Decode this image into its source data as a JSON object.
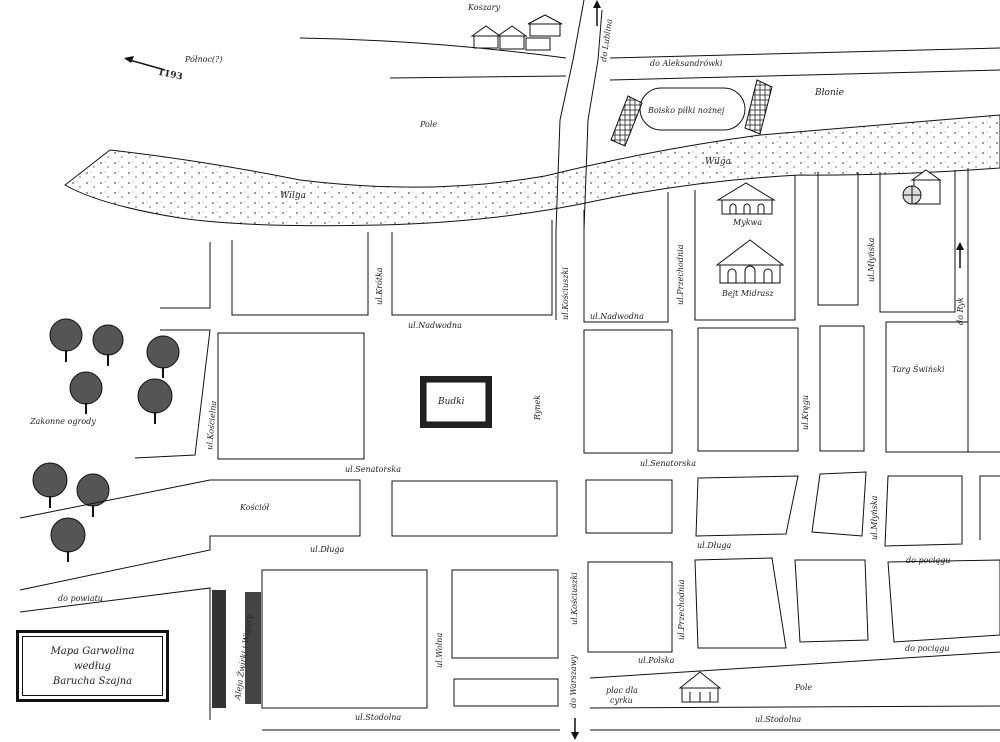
{
  "map": {
    "legend": [
      "Mapa Garwolina",
      "według",
      "Barucha Szajna"
    ],
    "north_label": "Północ(?)",
    "north_number": "1193",
    "places": {
      "koszary": "Koszary",
      "do_lublina": "do Lublina",
      "do_aleksandrowki": "do Aleksandrówki",
      "blonie": "Błonie",
      "boisko": "Boisko piłki nożnej",
      "pole_north": "Pole",
      "wilga_west": "Wilga",
      "wilga_east": "Wilga",
      "mykwa": "Mykwa",
      "bejt_midrasz": "Bejt Midrasz",
      "krotka": "ul.Krótka",
      "kosciuszki_north": "ul.Kościuszki",
      "przechodnia_north": "ul.Przechodnia",
      "mylnska_north": "ul.Młyńska",
      "nadwodna_west": "ul.Nadwodna",
      "nadwodna_east": "ul.Nadwodna",
      "do_ryk": "do Ryk",
      "zakonne_ogrody": "Zakonne ogrody",
      "koscielna": "ul.Kościelna",
      "budki": "Budki",
      "rynek": "Rynek",
      "targ_swinski": "Targ Świński",
      "kregu": "ul.Kręgu",
      "senatorska_west": "ul.Senatorska",
      "senatorska_east": "ul.Senatorska",
      "kosciol": "Kościół",
      "dluga_west": "ul.Długa",
      "dluga_east": "ul.Długa",
      "mlynska_south": "ul.Młyńska",
      "do_pociagu_1": "do pociągu",
      "do_pociagu_2": "do pociągu",
      "do_powiatu": "do powiatu",
      "aleja_zwirki": "Aleja Żwirki i Wigury",
      "wolna": "ul.Wolna",
      "kosciuszki_south": "ul.Kościuszki",
      "przechodnia_south": "ul.Przechodnia",
      "polska": "ul.Polska",
      "do_warszawy": "do Warszawy",
      "plac_cyrk": [
        "plac dla",
        "cyrku"
      ],
      "pole_south": "Pole",
      "stodolna_west": "ul.Stodolna",
      "stodolna_east": "ul.Stodolna"
    }
  }
}
